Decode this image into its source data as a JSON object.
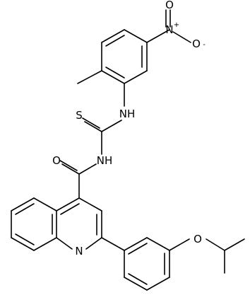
{
  "diagram": {
    "type": "chemical-structure",
    "atoms": {
      "nitro_n": "N",
      "nitro_n_charge": "+",
      "nitro_o_top": "O",
      "nitro_o_right": "O",
      "nitro_o_right_charge": "-",
      "thiourea_nh1": "NH",
      "thiourea_s": "S",
      "thiourea_nh2": "NH",
      "amide_o": "O",
      "quinoline_n": "N",
      "ether_o": "O"
    }
  }
}
